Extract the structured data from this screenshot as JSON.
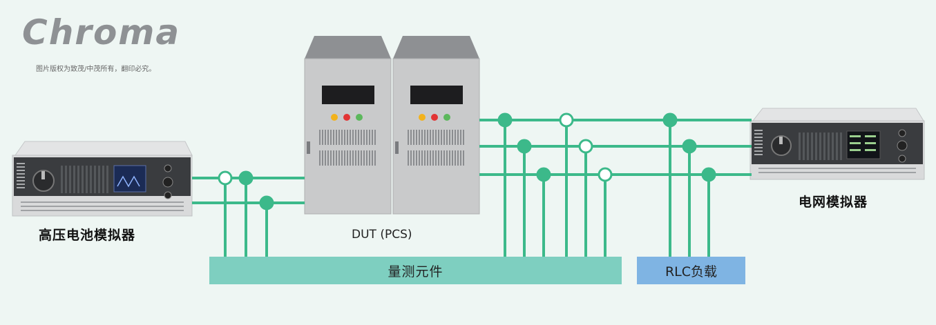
{
  "logo": {
    "brand": "Chroma",
    "copyright": "图片版权为致茂/中茂所有，翻印必究。"
  },
  "devices": {
    "battery_simulator": {
      "label": "高压电池模拟器"
    },
    "dut": {
      "label": "DUT (PCS)"
    },
    "grid_simulator": {
      "label": "电网模拟器"
    }
  },
  "bars": {
    "measurement": {
      "label": "量测元件"
    },
    "rlc_load": {
      "label": "RLC负载"
    }
  },
  "colors": {
    "wire": "#3cb98a",
    "measure_bar": "#7ecfc0",
    "rlc_bar": "#7fb4e3",
    "cabinet": "#c9cacb",
    "background": "#eef6f3"
  }
}
